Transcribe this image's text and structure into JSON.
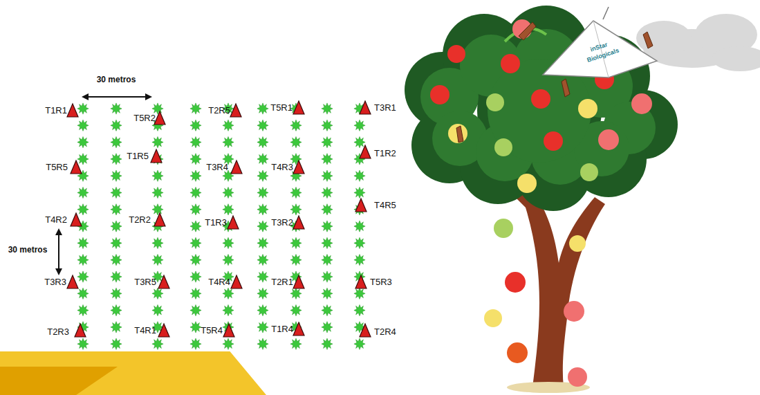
{
  "diagram": {
    "labels": [
      "30 metros",
      "30 metros",
      "T1R1",
      "T5R2",
      "T2R5",
      "T5R1",
      "T3R1",
      "T1R5",
      "T1R2",
      "T5R5",
      "T3R4",
      "T4R3",
      "T4R5",
      "T4R2",
      "T2R2",
      "T1R3",
      "T3R2",
      "T3R3",
      "T3R5",
      "T4R4",
      "T2R1",
      "T5R3",
      "T2R3",
      "T4R1",
      "T5R4",
      "T1R4",
      "T2R4",
      "inStar",
      "Biologicals"
    ]
  }
}
